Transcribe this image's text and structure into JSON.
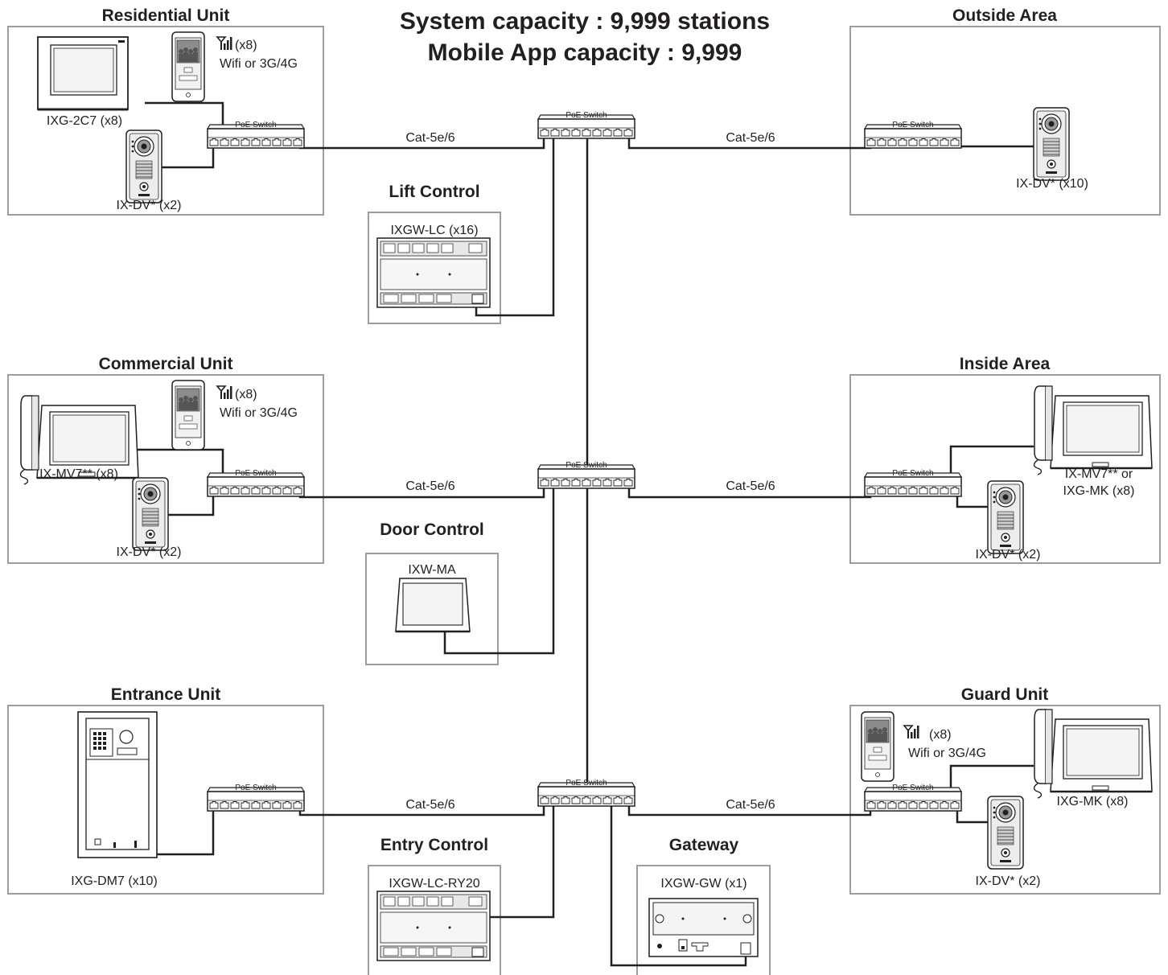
{
  "title": {
    "line1": "System capacity : 9,999 stations",
    "line2": "Mobile App capacity : 9,999"
  },
  "switch_label": "PoE Switch",
  "cable_label": "Cat-5e/6",
  "sections": {
    "residential": {
      "title": "Residential Unit",
      "monitor": "IXG-2C7 (x8)",
      "door": "IX-DV* (x2)",
      "mobile_count": "(x8)",
      "mobile_net": "Wifi or 3G/4G"
    },
    "outside": {
      "title": "Outside Area",
      "door": "IX-DV* (x10)"
    },
    "lift": {
      "title": "Lift Control",
      "device": "IXGW-LC (x16)"
    },
    "commercial": {
      "title": "Commercial Unit",
      "monitor": "IX-MV7** (x8)",
      "door": "IX-DV* (x2)",
      "mobile_count": "(x8)",
      "mobile_net": "Wifi or 3G/4G"
    },
    "inside": {
      "title": "Inside Area",
      "monitor_line1": "IX-MV7** or",
      "monitor_line2": "IXG-MK (x8)",
      "door": "IX-DV* (x2)"
    },
    "door_control": {
      "title": "Door Control",
      "device": "IXW-MA"
    },
    "entrance": {
      "title": "Entrance Unit",
      "device": "IXG-DM7 (x10)"
    },
    "guard": {
      "title": "Guard Unit",
      "monitor": "IXG-MK (x8)",
      "door": "IX-DV* (x2)",
      "mobile_count": "(x8)",
      "mobile_net": "Wifi or 3G/4G"
    },
    "entry_control": {
      "title": "Entry Control",
      "device": "IXGW-LC-RY20"
    },
    "gateway": {
      "title": "Gateway",
      "device": "IXGW-GW (x1)"
    }
  }
}
